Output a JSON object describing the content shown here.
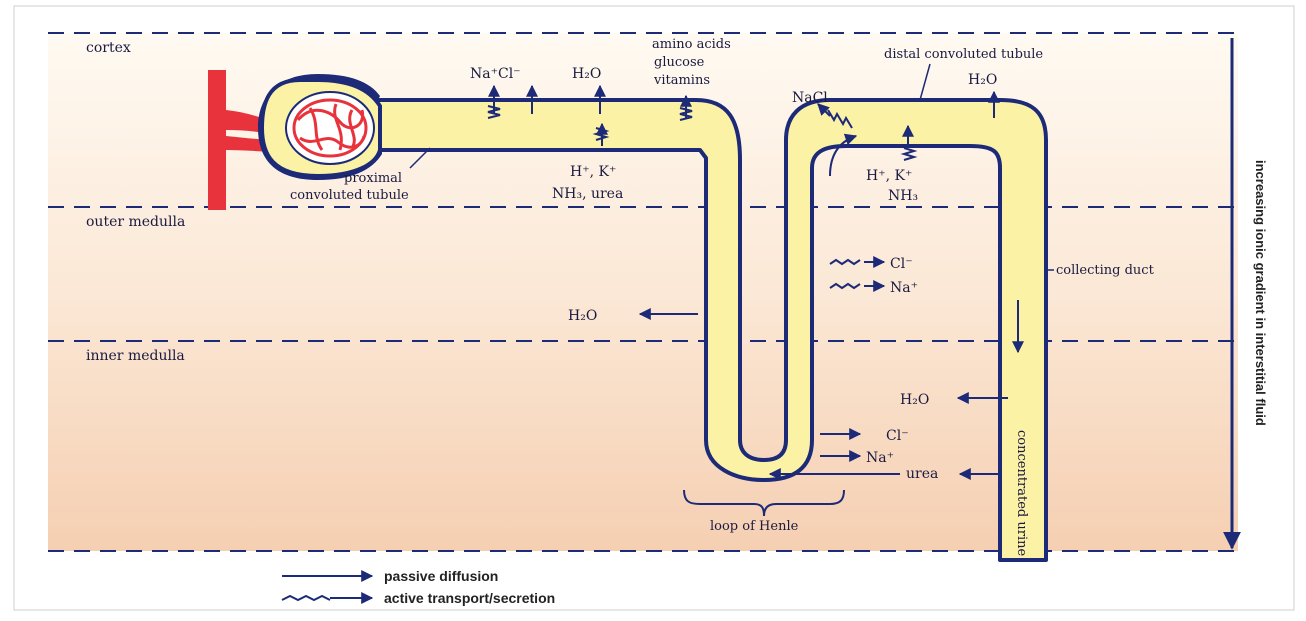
{
  "zones": {
    "cortex": "cortex",
    "outer_medulla": "outer medulla",
    "inner_medulla": "inner medulla"
  },
  "labels": {
    "na_cl": "Na⁺Cl⁻",
    "h2o_top": "H₂O",
    "amino_acids": "amino acids",
    "glucose": "glucose",
    "vitamins": "vitamins",
    "dct": "distal convoluted tubule",
    "h2o_dct": "H₂O",
    "nacl": "NaCl",
    "proximal_1": "proximal",
    "proximal_2": "convoluted tubule",
    "hk_1": "H⁺, K⁺",
    "nh3_urea": "NH₃, urea",
    "hk_2": "H⁺, K⁺",
    "nh3": "NH₃",
    "cl_outer": "Cl⁻",
    "na_outer": "Na⁺",
    "collecting_duct": "collecting duct",
    "h2o_desc": "H₂O",
    "h2o_cd": "H₂O",
    "cl_inner": "Cl⁻",
    "na_inner": "Na⁺",
    "urea": "urea",
    "loop_of_henle": "loop of Henle",
    "concentrated_urine": "concentrated urine",
    "gradient": "increasing ionic gradient in interstitial fluid"
  },
  "legend": {
    "passive": "passive diffusion",
    "active": "active transport/secretion"
  },
  "colors": {
    "tubule_fill": "#fbf2a6",
    "tubule_outline": "#1c2a78",
    "vessel": "#e8333d",
    "arrow": "#1c2a78"
  }
}
